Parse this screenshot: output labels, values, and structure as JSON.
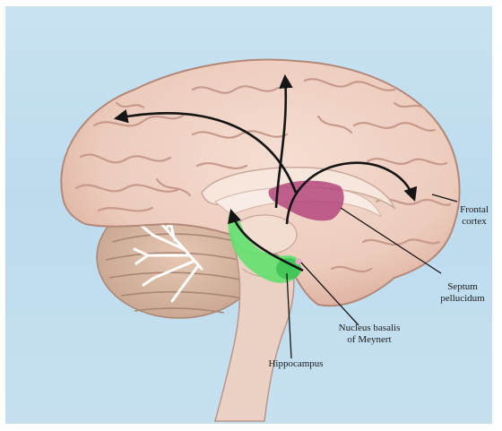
{
  "labels": {
    "frontal_cortex": "Frontal\ncortex",
    "septum_pellucidum": "Septum\npellucidum",
    "nucleus_basalis": "Nucleus basalis\nof Meynert",
    "hippocampus": "Hippocampus"
  },
  "colors": {
    "background": "#c3dfef",
    "brain": "#efd2c4",
    "sulci": "#c89a8c",
    "septum": "#b4477d",
    "hippocampus": "#62e06e",
    "arrows": "#151515"
  }
}
